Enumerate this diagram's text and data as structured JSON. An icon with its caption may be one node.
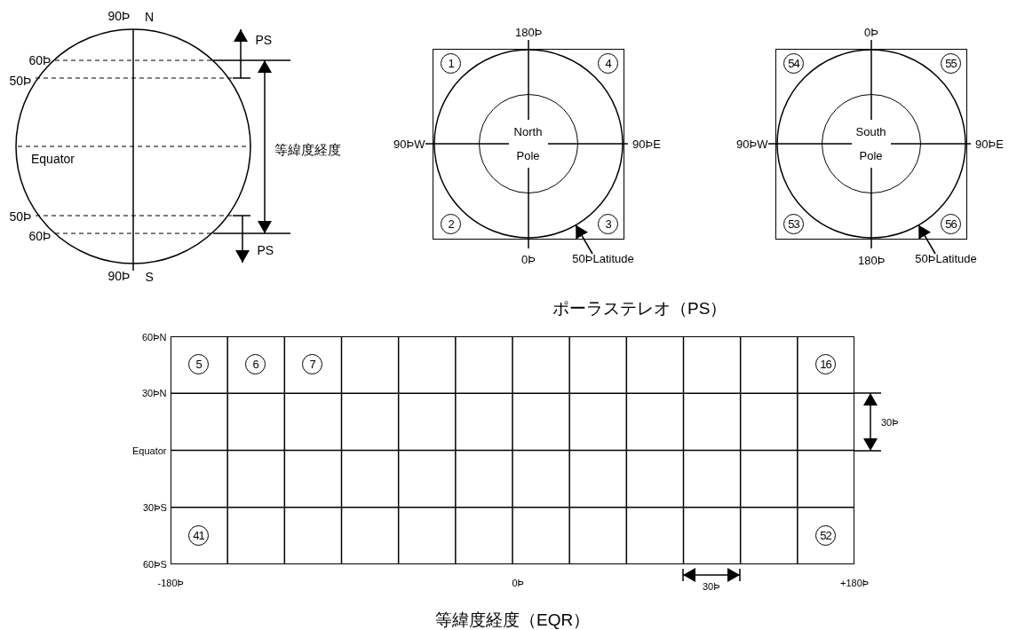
{
  "diagram": {
    "nodes": [
      {
        "text": [],
        "shape": "box"
      },
      {
        "text": [
          "North Pole"
        ],
        "in": 0
      },
      {
        "text": [
          "1"
        ],
        "in": 0
      },
      {
        "text": [
          "4"
        ],
        "in": 0
      },
      {
        "text": [
          "2"
        ],
        "in": 0
      },
      {
        "text": [
          "3"
        ],
        "in": 0
      },
      {
        "text": [
          "50ÞLatitude"
        ]
      },
      {
        "text": [],
        "shape": "box"
      },
      {
        "text": [
          "South Pole"
        ],
        "in": 7
      },
      {
        "text": [
          "54"
        ],
        "in": 7
      },
      {
        "text": [
          "55"
        ],
        "in": 7
      },
      {
        "text": [
          "53"
        ],
        "in": 7
      },
      {
        "text": [
          "56"
        ],
        "in": 7
      },
      {
        "text": [
          "50ÞLatitude"
        ]
      },
      {
        "text": [],
        "shape": "box"
      },
      {
        "text": [
          "5"
        ],
        "in": 14
      },
      {
        "text": [
          "6"
        ],
        "in": 14
      },
      {
        "text": [
          "7"
        ],
        "in": 14
      },
      {
        "text": [
          "16"
        ],
        "in": 14
      },
      {
        "text": [
          "41"
        ],
        "in": 14
      },
      {
        "text": [
          "52"
        ],
        "in": 14
      }
    ],
    "edges": [
      {
        "from": 6,
        "to": 0,
        "arrow": "to"
      },
      {
        "from": 13,
        "to": 7,
        "arrow": "to"
      }
    ],
    "labels": [
      "90Þ",
      "N",
      "60Þ",
      "50Þ",
      "PS",
      "180Þ",
      "0Þ",
      "90ÞW",
      "90ÞE",
      "90ÞW",
      "90ÞE",
      "等緯度経度",
      "Equator",
      "50Þ",
      "60Þ",
      "PS",
      "0Þ",
      "180Þ",
      "90Þ",
      "S",
      "ポーラステレオ（PS）",
      "60ÞN",
      "30ÞN",
      "30Þ",
      "Equator",
      "30ÞS",
      "60ÞS",
      "-180Þ",
      "0Þ",
      "30Þ",
      "+180Þ",
      "等緯度経度（EQR）"
    ]
  }
}
